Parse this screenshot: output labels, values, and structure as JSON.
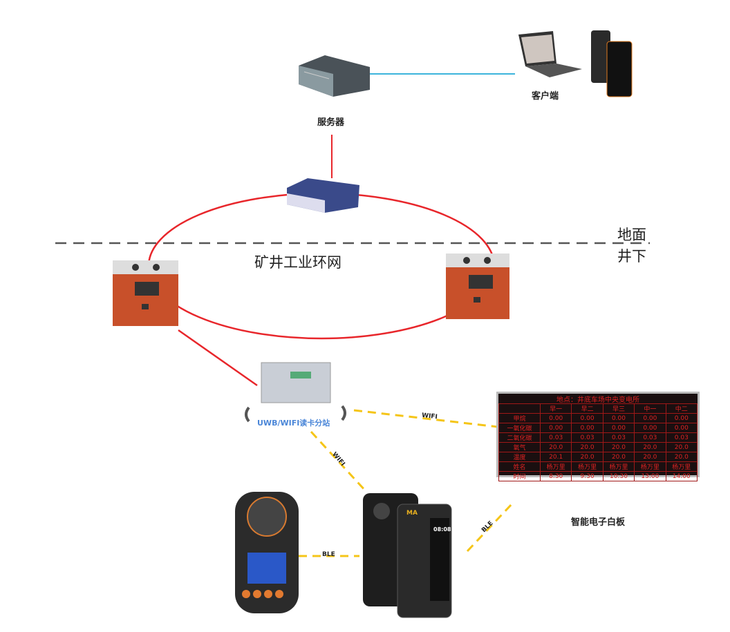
{
  "labels": {
    "server": "服务器",
    "client": "客户端",
    "surface": "地面",
    "underground": "井下",
    "ring_network": "矿井工业环网",
    "reader_station": "UWB/WIFI读卡分站",
    "whiteboard": "智能电子白板"
  },
  "links": {
    "wifi_board": "WIFI",
    "wifi_phone": "WIFI",
    "ble_detector": "BLE",
    "ble_board": "BLE"
  },
  "devices": {
    "phone_clock": "08:08",
    "phone_brand": "MA"
  },
  "board": {
    "title": "地点：井底车场中央变电所",
    "columns": [
      "",
      "早一",
      "早二",
      "早三",
      "中一",
      "中二"
    ],
    "rows": [
      [
        "甲烷",
        "0.00",
        "0.00",
        "0.00",
        "0.00",
        "0.00"
      ],
      [
        "一氧化碳",
        "0.00",
        "0.00",
        "0.00",
        "0.00",
        "0.00"
      ],
      [
        "二氧化碳",
        "0.03",
        "0.03",
        "0.03",
        "0.03",
        "0.03"
      ],
      [
        "氧气",
        "20.0",
        "20.0",
        "20.0",
        "20.0",
        "20.0"
      ],
      [
        "温度",
        "20.1",
        "20.0",
        "20.0",
        "20.0",
        "20.0"
      ],
      [
        "姓名",
        "杨万里",
        "杨万里",
        "杨万里",
        "杨万里",
        "杨万里"
      ],
      [
        "时间",
        "8:30",
        "9:30",
        "10:30",
        "13:00",
        "14:00"
      ]
    ]
  },
  "colors": {
    "ring": "#e8262b",
    "lan": "#3cb4dc",
    "wireless": "#f5c518",
    "cabinet": "#c8502a",
    "station_label": "#4a86d8"
  }
}
